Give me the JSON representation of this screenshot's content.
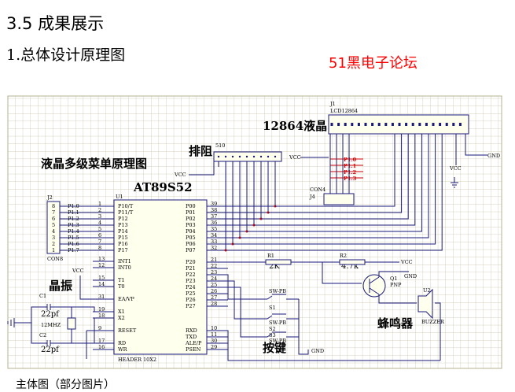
{
  "heading": "3.5  成果展示",
  "subheading": "1.总体设计原理图",
  "watermark": "51黑电子论坛",
  "footer": "主体图（部分图片）",
  "diagram": {
    "labels": {
      "title": "液晶多级菜单原理图",
      "lcd": "12864液晶",
      "resistor_array": "排阻",
      "mcu": "AT89S52",
      "crystal": "晶振",
      "buttons": "按键",
      "buzzer": "蜂鸣器"
    },
    "parts": {
      "j1": "J1",
      "j1_name": "LCD12864",
      "j2": "J2",
      "j2_name": "CON8",
      "j4": "J4",
      "j4_name": "CON4",
      "u1": "U1",
      "u1_footer": "HEADER 10X2",
      "u2": "U2",
      "u2_name": "BUZZER",
      "q1": "Q1",
      "q1_name": "PNP",
      "r1": "R1",
      "r1_val": "2K",
      "r2": "R2",
      "r2_val": "4.7k",
      "c1": "C1",
      "c1_val": "22pf",
      "c2": "C2",
      "c2_val": "22pf",
      "y1_val": "12MHZ",
      "rp_val": "510",
      "s1": "S1",
      "s2": "S2",
      "s3": "S3",
      "sw": "SW-PB"
    },
    "nets": {
      "vcc": "VCC",
      "gnd": "GND",
      "p10": "P1.0",
      "p11": "P1.1",
      "p12": "P1.2",
      "p13": "P1.3"
    },
    "j2_pins": [
      "P1.0",
      "P1.1",
      "P1.2",
      "P1.3",
      "P1.4",
      "P1.5",
      "P1.6",
      "P1.7"
    ],
    "j2_nums": [
      "8",
      "7",
      "6",
      "5",
      "4",
      "3",
      "2",
      "1"
    ],
    "mcu_left_names": [
      "P10/T",
      "P11/T",
      "P12",
      "P13",
      "P14",
      "P15",
      "P16",
      "P17",
      "INT1",
      "INT0",
      "T1",
      "T0",
      "EA/VP",
      "X1",
      "X2",
      "RESET",
      "RD",
      "WR"
    ],
    "mcu_left_nums": [
      "1",
      "2",
      "3",
      "4",
      "5",
      "6",
      "7",
      "8",
      "13",
      "12",
      "15",
      "14",
      "31",
      "19",
      "18",
      "9",
      "17",
      "16"
    ],
    "mcu_right_names": [
      "P00",
      "P01",
      "P02",
      "P03",
      "P04",
      "P05",
      "P06",
      "P07",
      "P20",
      "P21",
      "P22",
      "P23",
      "P24",
      "P25",
      "P26",
      "P27",
      "RXD",
      "TXD",
      "ALE/P",
      "PSEN"
    ],
    "mcu_right_nums": [
      "39",
      "38",
      "37",
      "36",
      "35",
      "34",
      "33",
      "32",
      "21",
      "22",
      "23",
      "24",
      "25",
      "26",
      "27",
      "28",
      "10",
      "11",
      "30",
      "29"
    ]
  }
}
